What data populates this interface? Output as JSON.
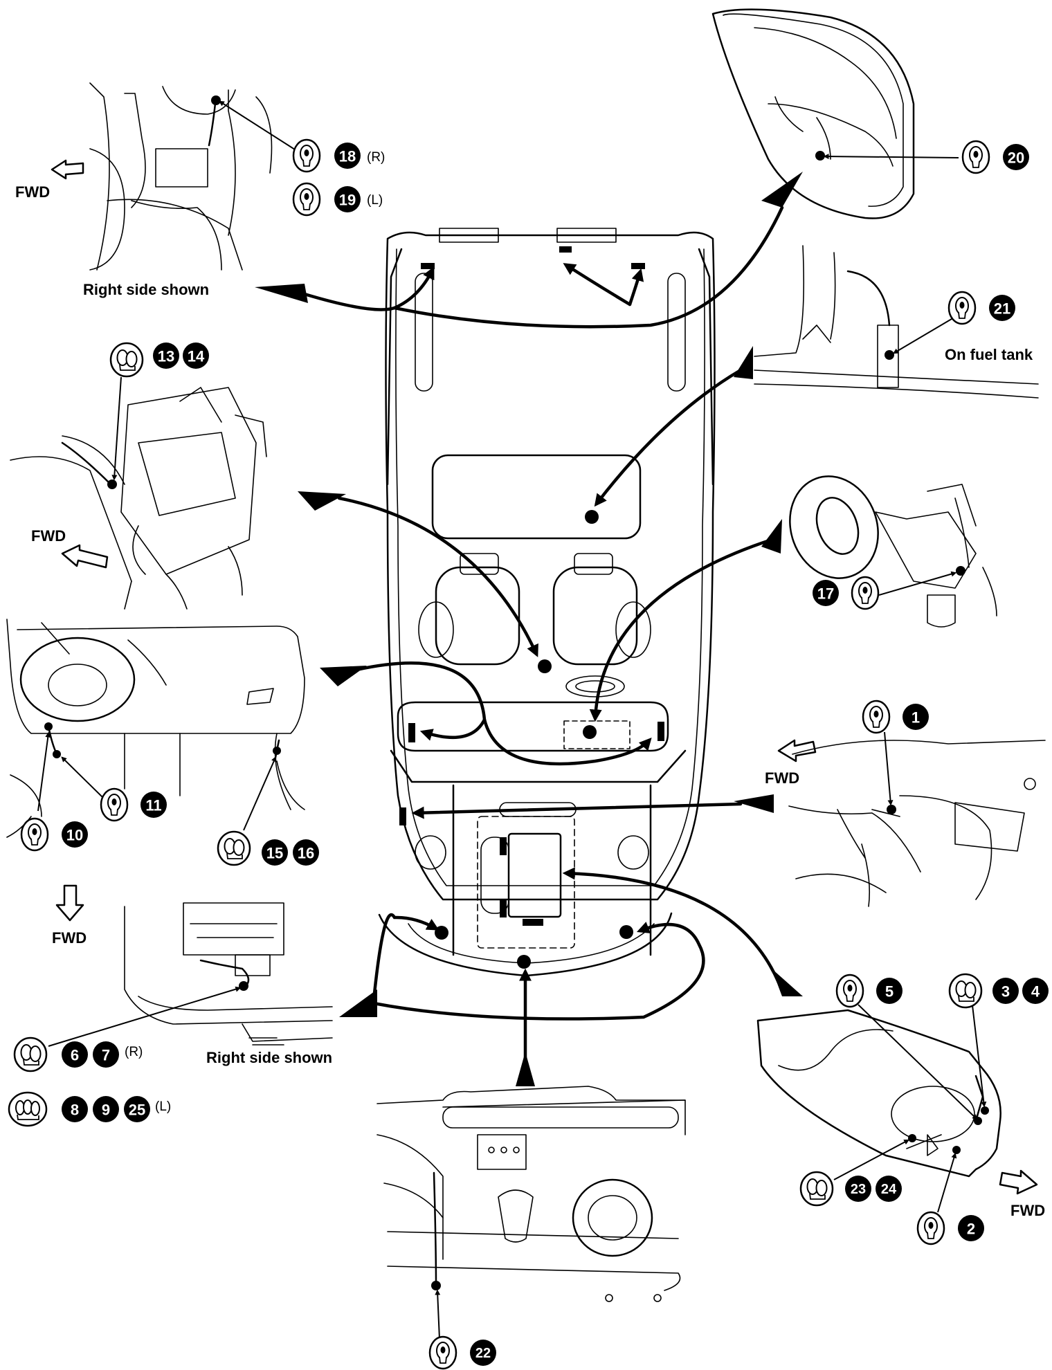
{
  "labels": {
    "fwd": "FWD",
    "right_side_shown": "Right side shown",
    "on_fuel_tank": "On fuel tank",
    "right": "(R)",
    "left": "(L)"
  },
  "connectors": {
    "c1": "1",
    "c2": "2",
    "c3": "3",
    "c4": "4",
    "c5": "5",
    "c6": "6",
    "c7": "7",
    "c8": "8",
    "c9": "9",
    "c10": "10",
    "c11": "11",
    "c13": "13",
    "c14": "14",
    "c15": "15",
    "c16": "16",
    "c17": "17",
    "c18": "18",
    "c19": "19",
    "c20": "20",
    "c21": "21",
    "c22": "22",
    "c23": "23",
    "c24": "24",
    "c25": "25"
  },
  "icons": {
    "connector_icon": "connector-plug-icon",
    "pointer_wedge": "callout-wedge-icon",
    "fwd_arrow": "direction-arrow-icon"
  },
  "colors": {
    "ink": "#000000",
    "paper": "#ffffff"
  }
}
